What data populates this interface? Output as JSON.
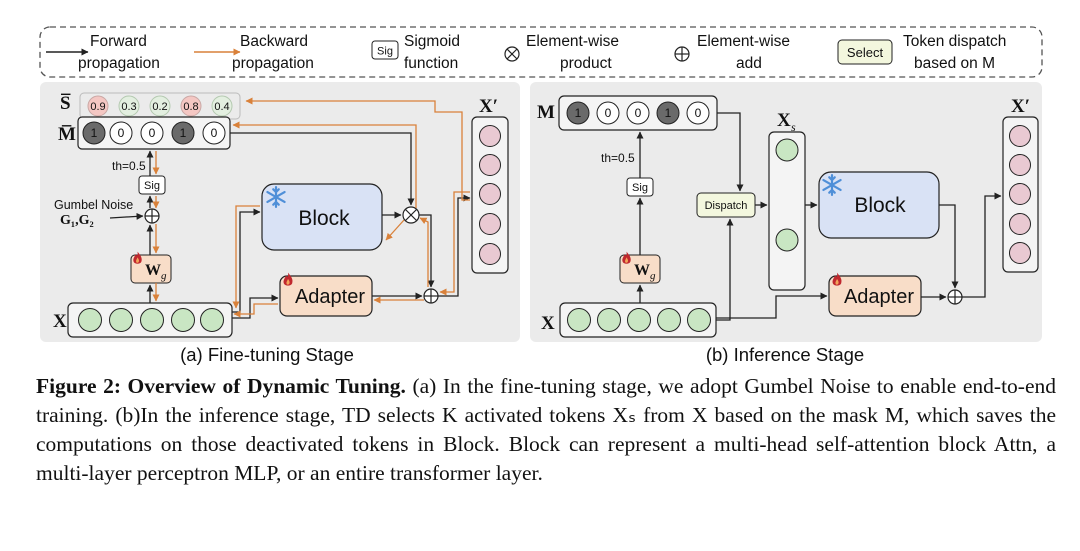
{
  "legend": {
    "forward": [
      "Forward",
      "propagation"
    ],
    "backward": [
      "Backward",
      "propagation"
    ],
    "sig_glyph": "Sig",
    "sigmoid": [
      "Sigmoid",
      "function"
    ],
    "product": [
      "Element-wise",
      "product"
    ],
    "add": [
      "Element-wise",
      "add"
    ],
    "select_glyph": "Select",
    "dispatch": [
      "Token dispatch",
      "based on M"
    ]
  },
  "panel_a": {
    "title": "(a) Fine-tuning Stage",
    "s_label": "S̅",
    "m_label": "M̅",
    "s_values": [
      "0.9",
      "0.3",
      "0.2",
      "0.8",
      "0.4"
    ],
    "m_values": [
      "1",
      "0",
      "0",
      "1",
      "0"
    ],
    "threshold": "th=0.5",
    "sig": "Sig",
    "gumbel": "Gumbel Noise",
    "gumbel_vars": "G₁,G₂",
    "wg": "W",
    "wg_sub": "g",
    "block": "Block",
    "adapter": "Adapter",
    "x_label": "X",
    "xprime_label": "X′"
  },
  "panel_b": {
    "title": "(b) Inference Stage",
    "m_label": "M",
    "m_values": [
      "1",
      "0",
      "0",
      "1",
      "0"
    ],
    "threshold": "th=0.5",
    "sig": "Sig",
    "wg": "W",
    "wg_sub": "g",
    "dispatch": "Dispatch",
    "xs_label": "X",
    "xs_sub": "s",
    "block": "Block",
    "adapter": "Adapter",
    "x_label": "X",
    "xprime_label": "X′"
  },
  "caption": {
    "label": "Figure 2: Overview of Dynamic Tuning.",
    "text": "(a) In the fine-tuning stage, we adopt Gumbel Noise to enable end-to-end training. (b)In the inference stage, TD selects K activated tokens Xₛ from X based on the mask M, which saves the computations on those deactivated tokens in Block. Block can represent a multi-head self-attention block Attn, a multi-layer perceptron MLP, or an entire transformer layer."
  },
  "colors": {
    "panel_bg": "#ebebeb",
    "block_fill": "#d9e2f5",
    "adapter_fill": "#f8ddc8",
    "token_green": "#c9e6c3",
    "token_pink": "#e9c9d2",
    "mask_dark": "#6a6a6a",
    "orange_arrow": "#d9813a",
    "snow_blue": "#4f8fd8",
    "fire_red": "#c0282e"
  }
}
